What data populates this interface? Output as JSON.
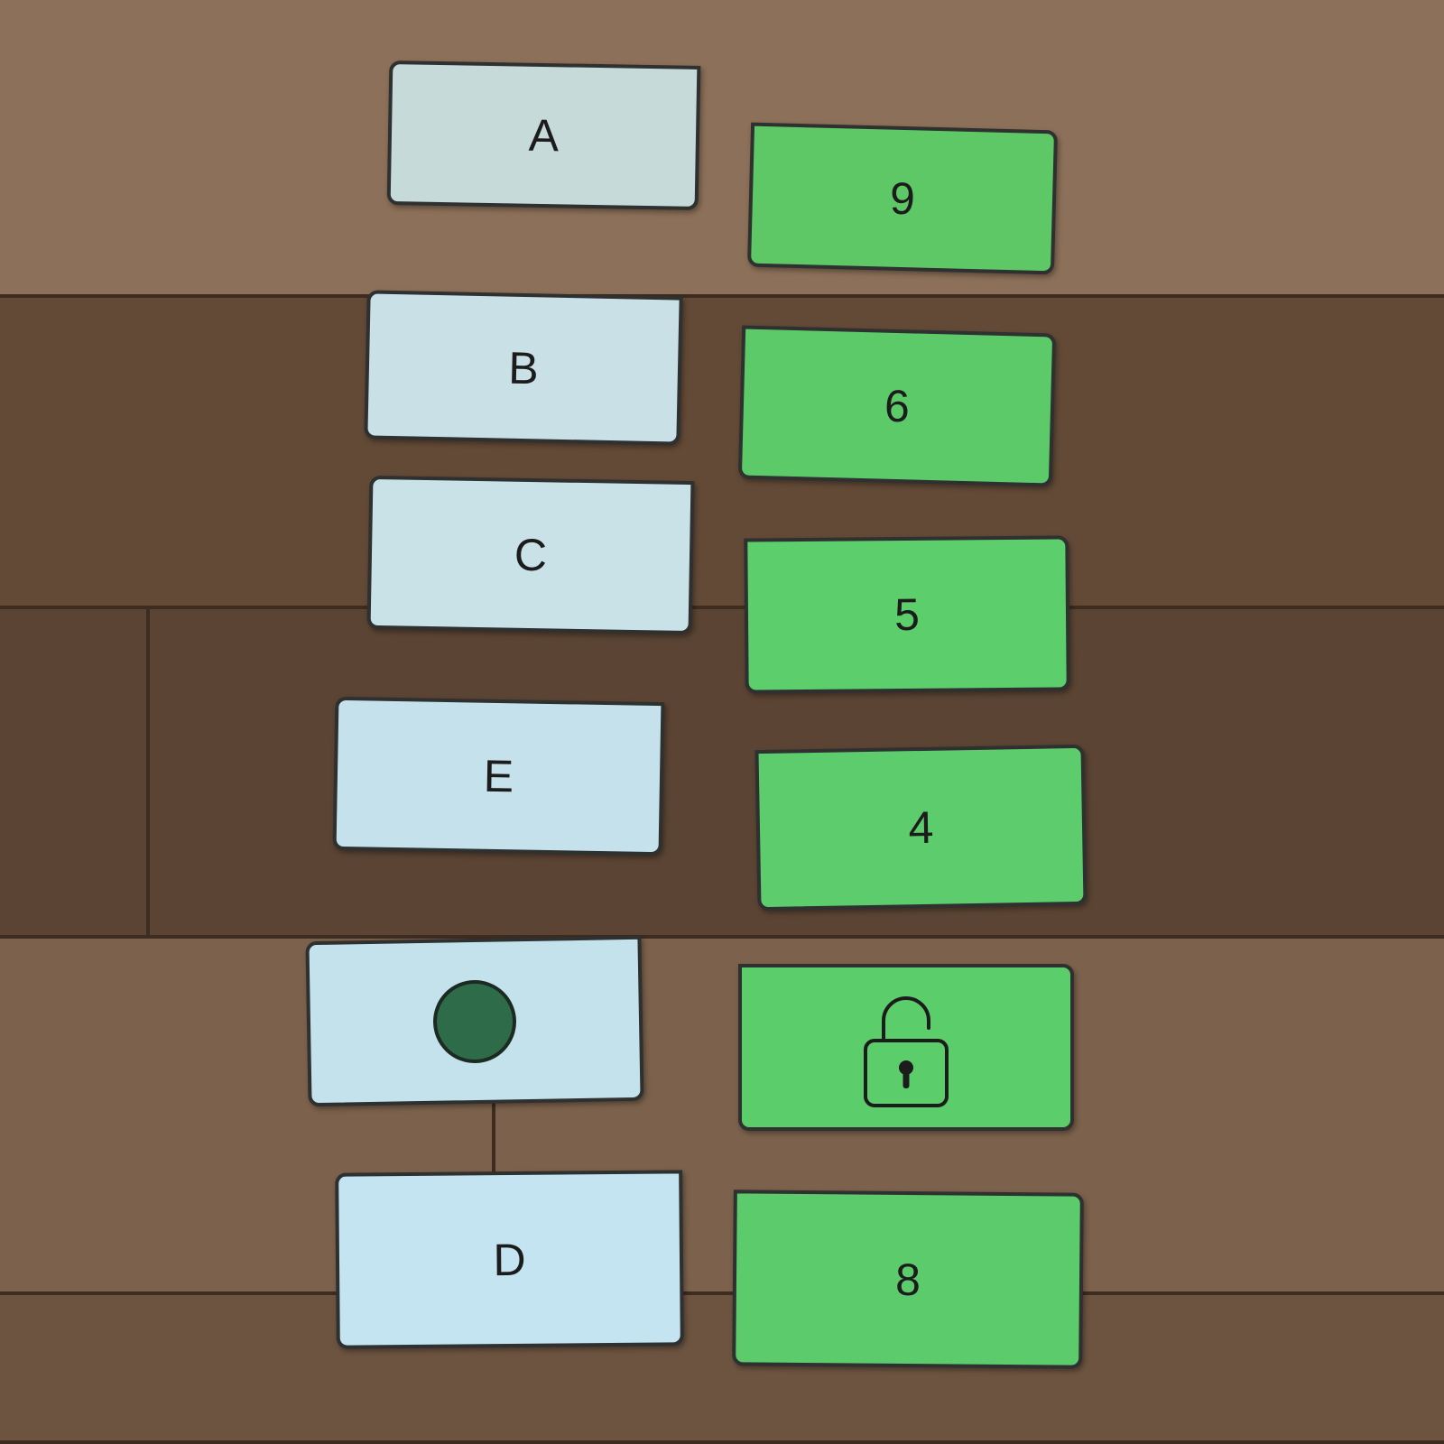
{
  "colors": {
    "floor_base": "#6e5540",
    "plank_light": "#8a6d55",
    "plank_dark": "#5a4332",
    "card_light_blue": "#c7e3ec",
    "card_grey_blue": "#c6dad9",
    "card_green": "#5cca6a",
    "dot_fill": "#2e6b48",
    "border": "#2f3030"
  },
  "left_cards": [
    {
      "label": "A"
    },
    {
      "label": "B"
    },
    {
      "label": "C"
    },
    {
      "label": "E"
    },
    {
      "label": "",
      "icon": "green-dot-icon"
    },
    {
      "label": "D"
    }
  ],
  "right_cards": [
    {
      "label": "9"
    },
    {
      "label": "6"
    },
    {
      "label": "5"
    },
    {
      "label": "4"
    },
    {
      "label": "",
      "icon": "unlocked-padlock-icon"
    },
    {
      "label": "8"
    }
  ]
}
